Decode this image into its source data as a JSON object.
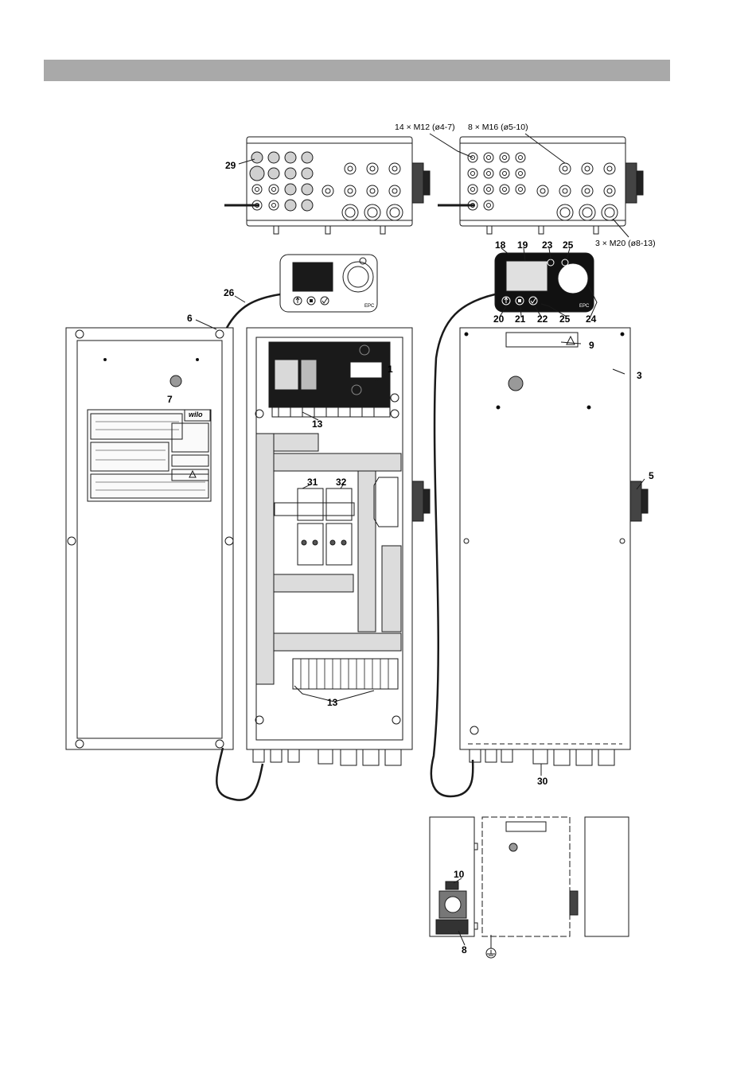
{
  "colors": {
    "header_bar": "#a9a9a9",
    "line": "#1a1a1a",
    "panel_fill": "#ffffff",
    "plate_fill": "#dcdcdc",
    "display_fill": "#111111"
  },
  "icons": [
    "up-arrow-icon",
    "stop-icon",
    "check-icon",
    "earth-ground-icon",
    "warning-icon"
  ],
  "annotations": {
    "cable_glands_m12": "14 × M12 (ø4-7)",
    "cable_glands_m16": "8 × M16 (ø5-10)",
    "cable_glands_m20": "3 × M20 (ø8-13)"
  },
  "callouts": {
    "c29": "29",
    "c26": "26",
    "c6": "6",
    "c7": "7",
    "c1": "1",
    "c13a": "13",
    "c31": "31",
    "c32": "32",
    "c13b": "13",
    "c18": "18",
    "c19": "19",
    "c23": "23",
    "c25a": "25",
    "c20": "20",
    "c21": "21",
    "c22": "22",
    "c25b": "25",
    "c24": "24",
    "c9": "9",
    "c3": "3",
    "c5": "5",
    "c30": "30",
    "c10": "10",
    "c8": "8"
  },
  "labels": {
    "brand": "wilo",
    "controller_brand": "EPC"
  }
}
